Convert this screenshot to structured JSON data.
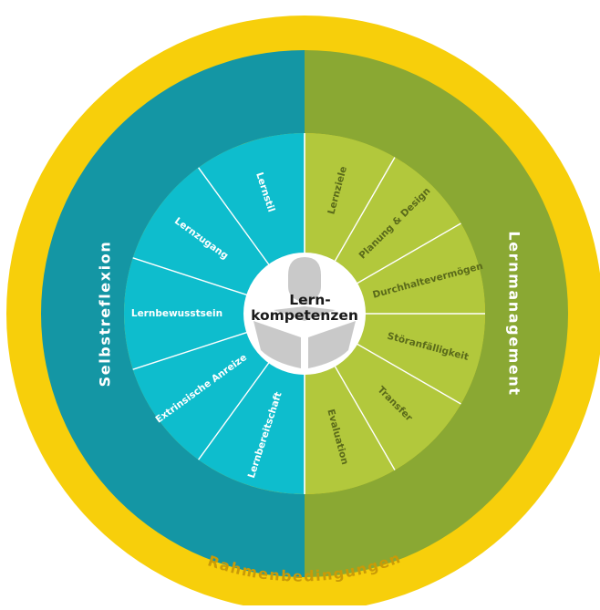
{
  "colors": {
    "outer_ring": "#f7cf0b",
    "outer_ring_text": "#c99a08",
    "left_ring": "#1496a4",
    "right_ring": "#8aa833",
    "left_inner": "#0ebdcd",
    "right_inner": "#b2c83c",
    "segment_divider": "#ffffff",
    "left_label": "#ffffff",
    "right_label": "#5a6a1a",
    "center_bg": "#ffffff",
    "person": "#c9c9c9"
  },
  "diagram": {
    "outer_ring_label": "Rahmenbedingungen",
    "left_ring_label": "Selbstreflexion",
    "right_ring_label": "Lernmanagement",
    "center": {
      "line1": "Lern-",
      "line2": "kompetenzen",
      "icon": "person-reading-icon"
    },
    "left_segments": [
      "Lernbereitschaft",
      "Extrinsische Anreize",
      "Lernbewusstsein",
      "Lernzugang",
      "Lernstil"
    ],
    "right_segments": [
      "Lernziele",
      "Planung & Design",
      "Durchhaltevermögen",
      "Störanfälligkeit",
      "Transfer",
      "Evaluation"
    ]
  }
}
